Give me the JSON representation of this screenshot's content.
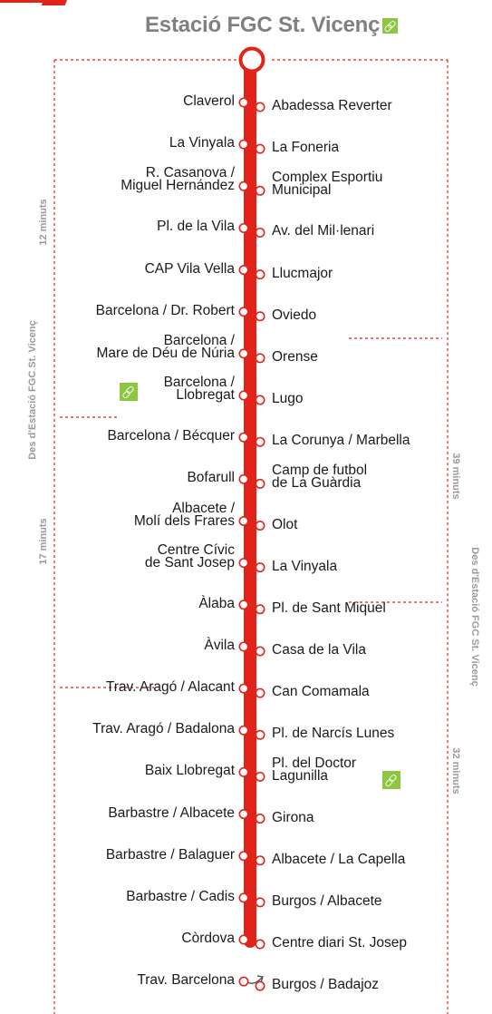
{
  "title": "Estació FGC St. Vicenç",
  "colors": {
    "line": "#e2231a",
    "accent": "#8dc63f",
    "muted": "#9a9a9a"
  },
  "left_stops": [
    {
      "lines": [
        "Claverol"
      ]
    },
    {
      "lines": [
        "La Vinyala"
      ]
    },
    {
      "lines": [
        "R. Casanova /",
        "Miguel Hernández"
      ]
    },
    {
      "lines": [
        "Pl. de la Vila"
      ]
    },
    {
      "lines": [
        "CAP Vila Vella"
      ]
    },
    {
      "lines": [
        "Barcelona / Dr. Robert"
      ]
    },
    {
      "lines": [
        "Barcelona /",
        "Mare de Déu de Núria"
      ]
    },
    {
      "lines": [
        "Barcelona /",
        "Llobregat"
      ],
      "icon": "train-connection-icon"
    },
    {
      "lines": [
        "Barcelona / Bécquer"
      ]
    },
    {
      "lines": [
        "Bofarull"
      ]
    },
    {
      "lines": [
        "Albacete /",
        "Molí dels Frares"
      ]
    },
    {
      "lines": [
        "Centre Cívic",
        "de Sant Josep"
      ]
    },
    {
      "lines": [
        "Àlaba"
      ]
    },
    {
      "lines": [
        "Àvila"
      ]
    },
    {
      "lines": [
        "Trav. Aragó / Alacant"
      ]
    },
    {
      "lines": [
        "Trav. Aragó / Badalona"
      ]
    },
    {
      "lines": [
        "Baix Llobregat"
      ]
    },
    {
      "lines": [
        "Barbastre / Albacete"
      ]
    },
    {
      "lines": [
        "Barbastre / Balaguer"
      ]
    },
    {
      "lines": [
        "Barbastre / Cadis"
      ]
    },
    {
      "lines": [
        "Còrdova"
      ]
    },
    {
      "lines": [
        "Trav. Barcelona"
      ]
    }
  ],
  "right_stops": [
    {
      "lines": [
        "Abadessa Reverter"
      ]
    },
    {
      "lines": [
        "La Foneria"
      ]
    },
    {
      "lines": [
        "Complex Esportiu",
        "Municipal"
      ]
    },
    {
      "lines": [
        "Av. del Mil·lenari"
      ]
    },
    {
      "lines": [
        "Llucmajor"
      ]
    },
    {
      "lines": [
        "Oviedo"
      ]
    },
    {
      "lines": [
        "Orense"
      ]
    },
    {
      "lines": [
        "Lugo"
      ]
    },
    {
      "lines": [
        "La Corunya / Marbella"
      ]
    },
    {
      "lines": [
        "Camp de futbol",
        "de La Guàrdia"
      ]
    },
    {
      "lines": [
        "Olot"
      ]
    },
    {
      "lines": [
        "La Vinyala"
      ]
    },
    {
      "lines": [
        "Pl. de Sant Miquel"
      ]
    },
    {
      "lines": [
        "Casa de la Vila"
      ]
    },
    {
      "lines": [
        "Can Comamala"
      ]
    },
    {
      "lines": [
        "Pl. de Narcís Lunes"
      ]
    },
    {
      "lines": [
        "Pl. del Doctor",
        "Lagunilla"
      ],
      "icon": "train-connection-icon"
    },
    {
      "lines": [
        "Girona"
      ]
    },
    {
      "lines": [
        "Albacete / La Capella"
      ]
    },
    {
      "lines": [
        "Burgos / Albacete"
      ]
    },
    {
      "lines": [
        "Centre diari St. Josep"
      ]
    },
    {
      "lines": [
        "Burgos / Badajoz"
      ]
    }
  ],
  "times": {
    "left_top": "12 minuts",
    "left_bottom": "17 minuts",
    "left_origin": "Des d'Estació FGC St. Vicenç",
    "right_top": "39 minuts",
    "right_bottom": "32 minuts",
    "right_origin": "Des d'Estació FGC St. Vicenç"
  }
}
